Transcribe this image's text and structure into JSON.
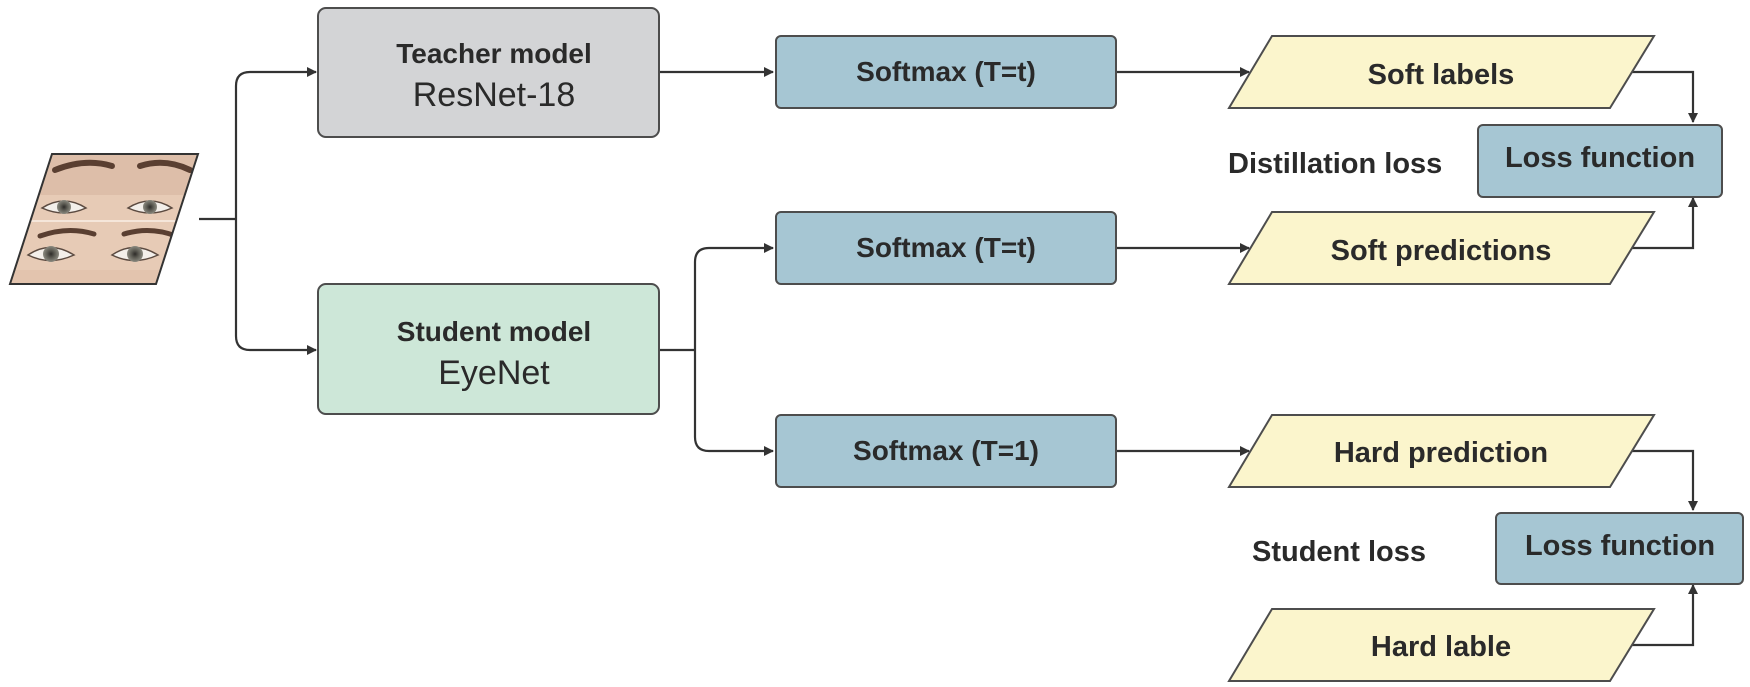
{
  "colors": {
    "teacher_fill": "#d3d4d6",
    "student_fill": "#cde7d8",
    "softmax_fill": "#a6c6d3",
    "output_fill": "#fbf5cc",
    "loss_fill": "#a6c6d3",
    "border": "#4d4d4d",
    "arrow": "#333333"
  },
  "input": {
    "icon": "eyes-photo-icon"
  },
  "teacher": {
    "title": "Teacher model",
    "name": "ResNet-18"
  },
  "student": {
    "title": "Student model",
    "name": "EyeNet"
  },
  "softmax": {
    "teacher": "Softmax (T=t)",
    "student_soft": "Softmax (T=t)",
    "student_hard": "Softmax (T=1)"
  },
  "outputs": {
    "soft_labels": "Soft labels",
    "soft_predictions": "Soft predictions",
    "hard_prediction": "Hard prediction",
    "hard_label": "Hard lable"
  },
  "losses": {
    "distillation_label": "Distillation loss",
    "distillation_fn": "Loss function",
    "student_label": "Student loss",
    "student_fn": "Loss function"
  }
}
